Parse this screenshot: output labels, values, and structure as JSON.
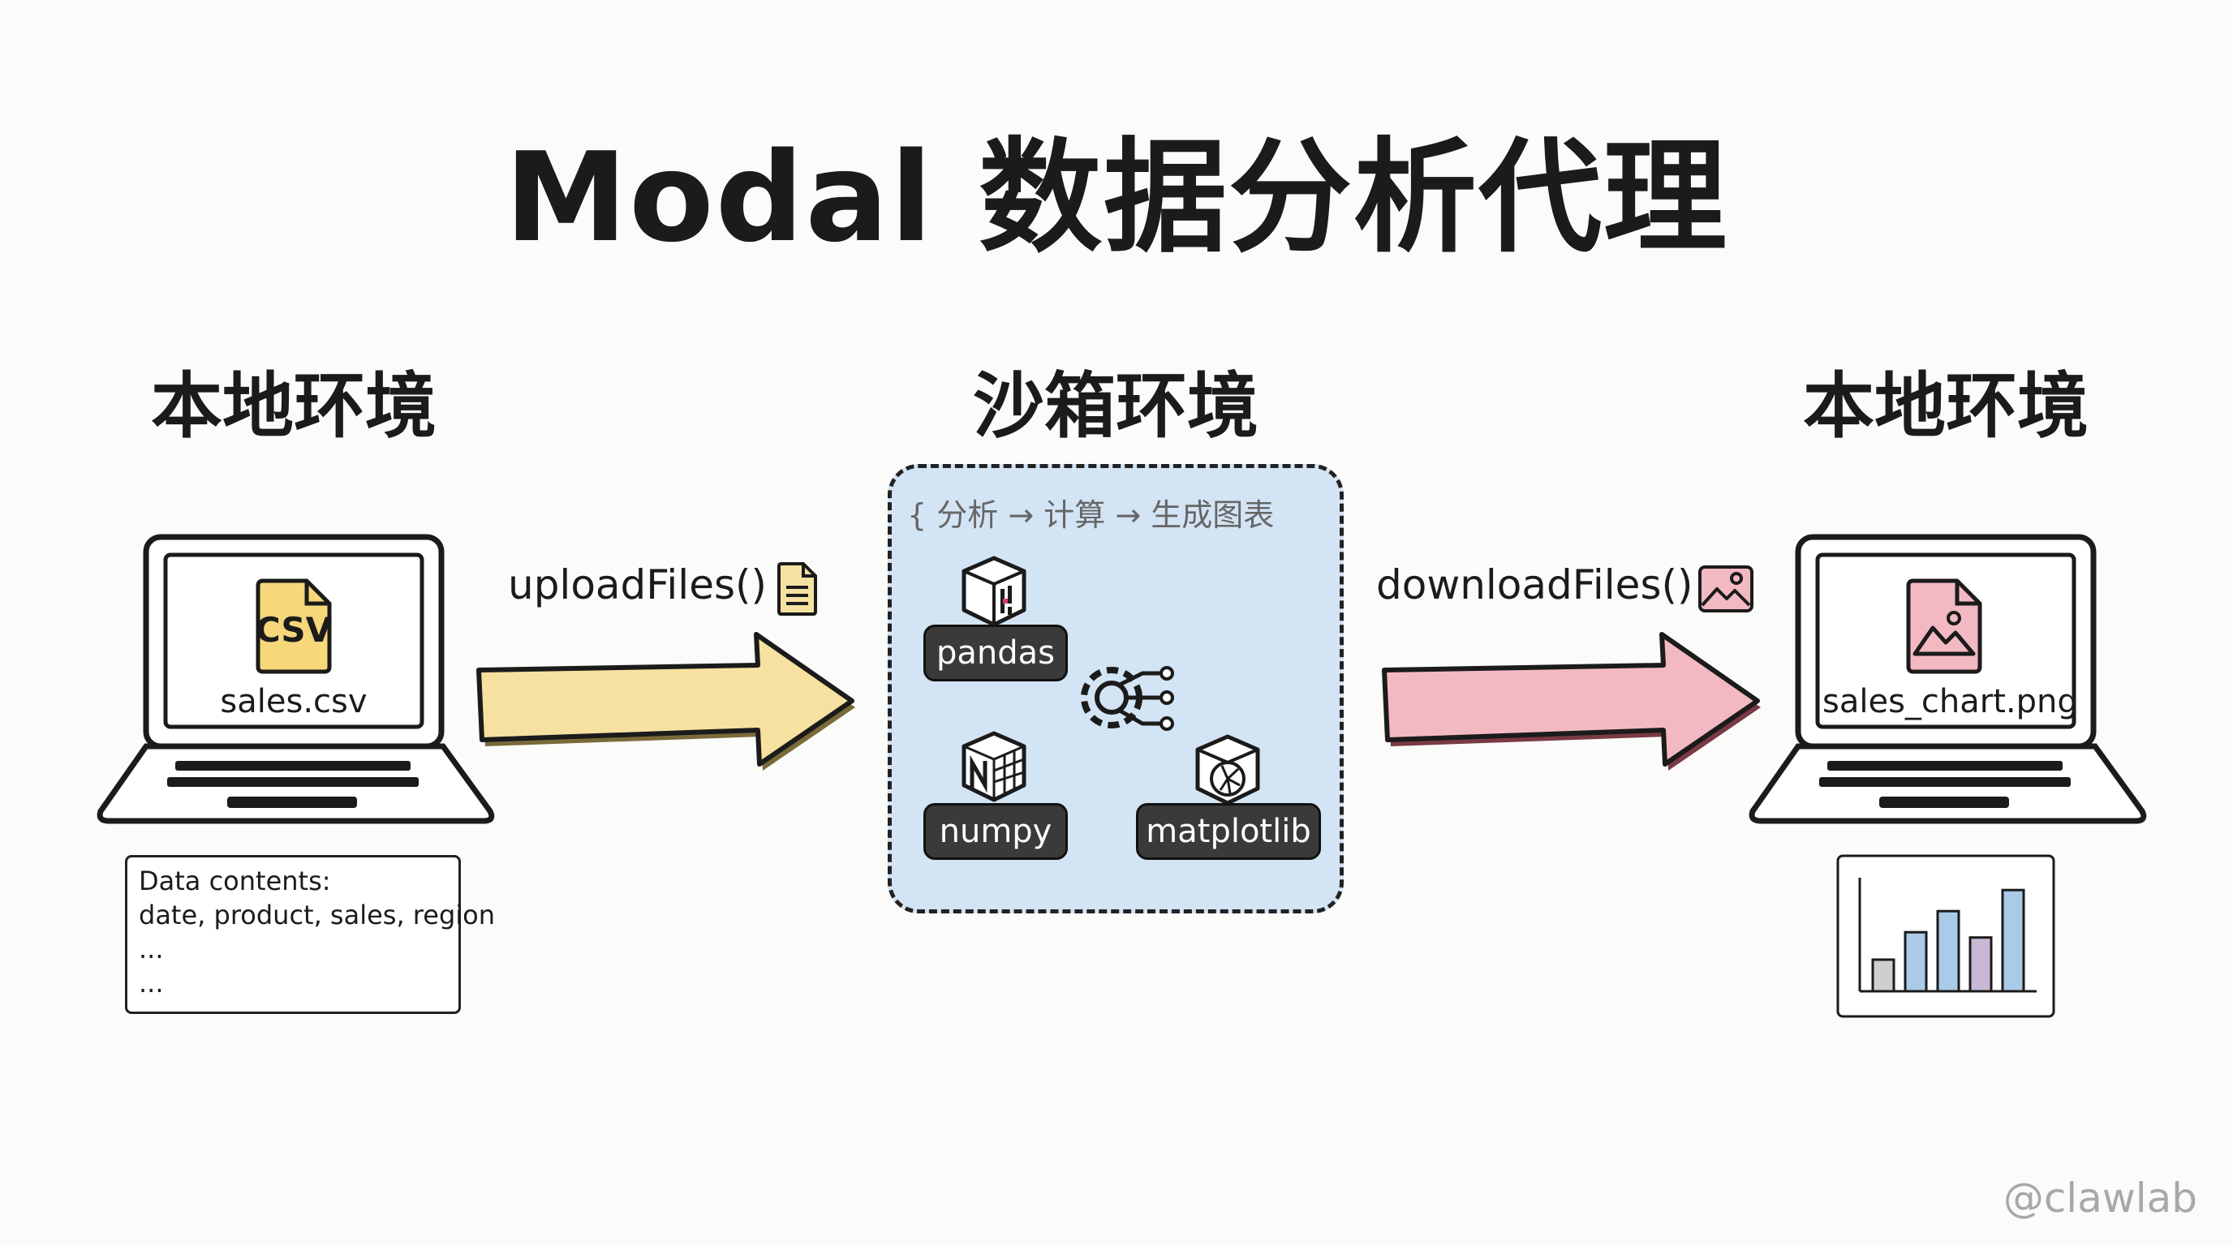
{
  "title": "Modal 数据分析代理",
  "environments": {
    "left": "本地环境",
    "middle": "沙箱环境",
    "right": "本地环境"
  },
  "upload": {
    "label": "uploadFiles()",
    "icon": "document-icon",
    "arrow_color": "#f6e1a0"
  },
  "download": {
    "label": "downloadFiles()",
    "icon": "image-icon",
    "arrow_color": "#f3b9c2"
  },
  "local_source": {
    "file_badge": "CSV",
    "file_name": "sales.csv",
    "note_lines": [
      "Data contents:",
      "date, product, sales, region",
      "...",
      "..."
    ]
  },
  "sandbox": {
    "flow": "{ 分析 → 计算 → 生成图表",
    "libraries": [
      {
        "name": "pandas",
        "icon": "pandas-cube-icon"
      },
      {
        "name": "numpy",
        "icon": "numpy-cube-icon"
      },
      {
        "name": "matplotlib",
        "icon": "matplotlib-cube-icon"
      }
    ],
    "center_icon": "gear-network-icon",
    "background": "#d3e4f4"
  },
  "local_target": {
    "file_name": "sales_chart.png",
    "file_color": "#f3b9c2",
    "bar_colors": [
      "#cfcfcf",
      "#a9cbe8",
      "#a9cbe8",
      "#c8b8d6",
      "#a9cbe8"
    ],
    "bar_levels": [
      0.3,
      0.56,
      0.76,
      0.51,
      0.96
    ]
  },
  "watermark": "@clawlab"
}
